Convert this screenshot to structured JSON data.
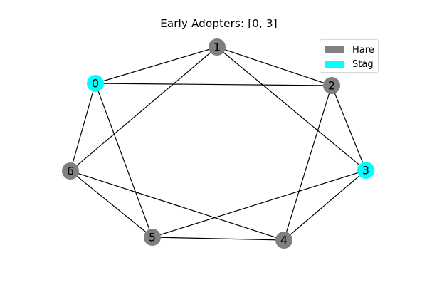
{
  "title": "Early Adopters: [0, 3]",
  "colors": {
    "hare": "#808080",
    "stag": "#00ffff",
    "edge": "#000000"
  },
  "legend": {
    "entries": [
      {
        "label": "Hare",
        "color": "#808080"
      },
      {
        "label": "Stag",
        "color": "#00ffff"
      }
    ]
  },
  "graph": {
    "nodes": [
      {
        "id": "0",
        "label": "0",
        "strategy": "stag"
      },
      {
        "id": "1",
        "label": "1",
        "strategy": "hare"
      },
      {
        "id": "2",
        "label": "2",
        "strategy": "hare"
      },
      {
        "id": "3",
        "label": "3",
        "strategy": "stag"
      },
      {
        "id": "4",
        "label": "4",
        "strategy": "hare"
      },
      {
        "id": "5",
        "label": "5",
        "strategy": "hare"
      },
      {
        "id": "6",
        "label": "6",
        "strategy": "hare"
      }
    ],
    "edges": [
      [
        "0",
        "1"
      ],
      [
        "0",
        "2"
      ],
      [
        "0",
        "6"
      ],
      [
        "0",
        "5"
      ],
      [
        "1",
        "2"
      ],
      [
        "1",
        "3"
      ],
      [
        "1",
        "6"
      ],
      [
        "2",
        "3"
      ],
      [
        "2",
        "4"
      ],
      [
        "3",
        "4"
      ],
      [
        "3",
        "5"
      ],
      [
        "4",
        "5"
      ],
      [
        "4",
        "6"
      ],
      [
        "5",
        "6"
      ]
    ]
  }
}
